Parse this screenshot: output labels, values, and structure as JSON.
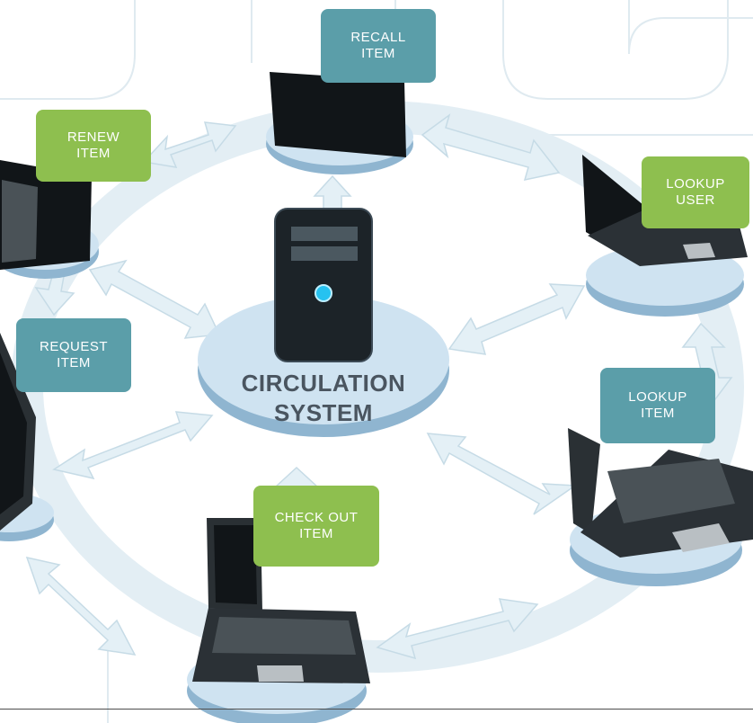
{
  "center": {
    "line1": "CIRCULATION",
    "line2": "SYSTEM"
  },
  "nodes": [
    {
      "id": "recall",
      "line1": "RECALL",
      "line2": "ITEM",
      "color": "#5b9ea9"
    },
    {
      "id": "renew",
      "line1": "RENEW",
      "line2": "ITEM",
      "color": "#8ebf4f"
    },
    {
      "id": "lookup-user",
      "line1": "LOOKUP",
      "line2": "USER",
      "color": "#8ebf4f"
    },
    {
      "id": "request",
      "line1": "REQUEST",
      "line2": "ITEM",
      "color": "#5b9ea9"
    },
    {
      "id": "lookup-item",
      "line1": "LOOKUP",
      "line2": "ITEM",
      "color": "#5b9ea9"
    },
    {
      "id": "check-out",
      "line1": "CHECK OUT",
      "line2": "ITEM",
      "color": "#8ebf4f"
    }
  ],
  "colors": {
    "green": "#8ebf4f",
    "teal": "#5b9ea9",
    "center_text": "#4a5560",
    "disc": "#cfe3f1"
  },
  "icons": {
    "server": "server-icon",
    "laptop": "laptop-icon"
  }
}
